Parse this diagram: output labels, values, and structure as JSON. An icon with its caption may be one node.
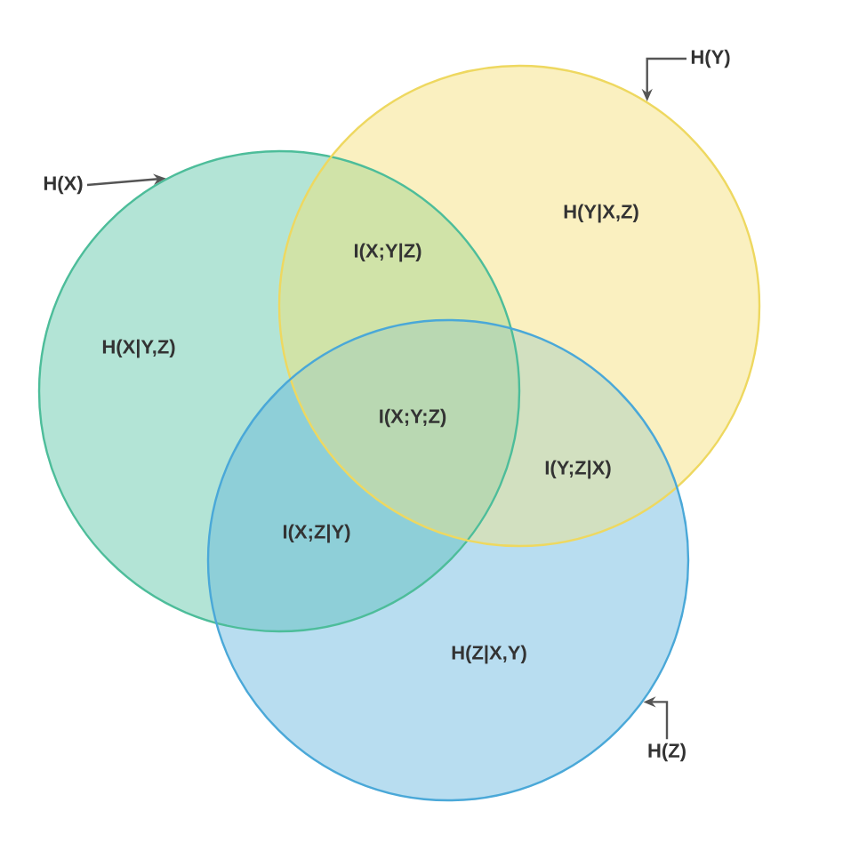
{
  "diagram": {
    "nodes": [
      {
        "text": [],
        "shape": "circle"
      },
      {
        "text": [],
        "shape": "circle"
      },
      {
        "text": [],
        "shape": "circle"
      },
      {
        "text": [
          "H(X)"
        ]
      },
      {
        "text": [
          "H(Y)"
        ]
      },
      {
        "text": [
          "H(Z)"
        ]
      }
    ],
    "edges": [
      {
        "from": 3,
        "to": 0,
        "arrow": "to"
      },
      {
        "from": 4,
        "to": 1,
        "arrow": "to"
      },
      {
        "from": 5,
        "to": 2,
        "arrow": "to"
      }
    ],
    "labels": [
      "H(Y|X,Z)",
      "I(X;Y|Z)",
      "H(X|Y,Z)",
      "I(X;Y;Z)",
      "I(Y;Z|X)",
      "I(X;Z|Y)",
      "H(Z|X,Y)"
    ]
  }
}
